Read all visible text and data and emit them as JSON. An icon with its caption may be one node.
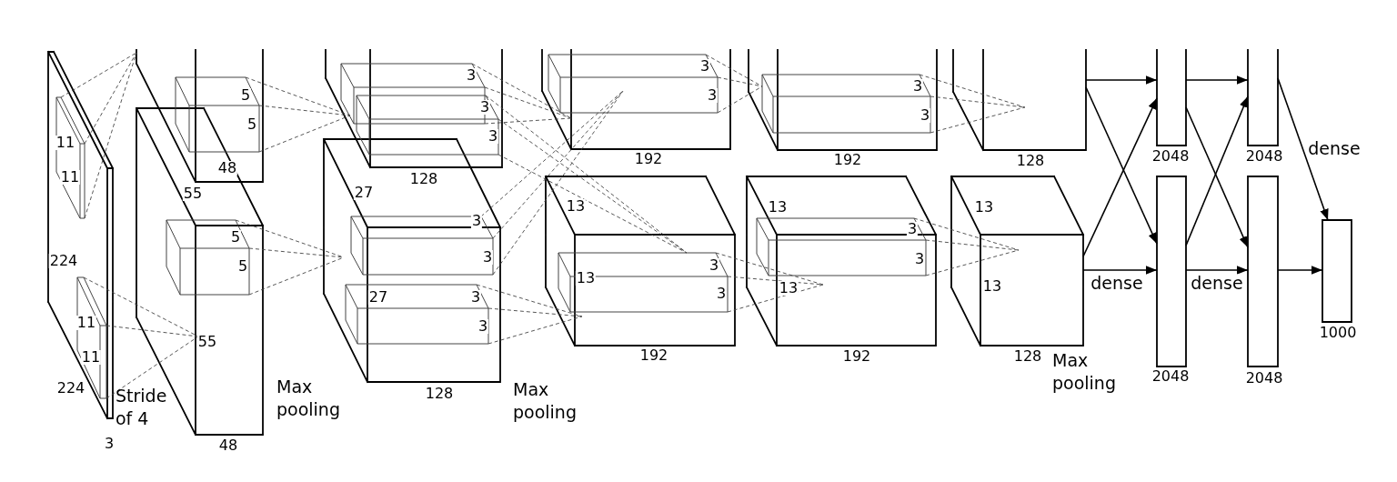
{
  "diagram": {
    "nodes": [
      {
        "text": [
          "224",
          "224"
        ],
        "beside": [
          "3"
        ]
      },
      {
        "text": [
          "48"
        ],
        "beside": [
          "55"
        ]
      },
      {
        "text": [],
        "shape": "box",
        "beside": [
          "48"
        ]
      },
      {
        "text": [],
        "shape": "box",
        "beside": [
          "128"
        ]
      },
      {
        "text": [
          "27"
        ],
        "beside": [
          "128"
        ]
      },
      {
        "text": [],
        "shape": "box",
        "beside": [
          "192"
        ]
      },
      {
        "text": [
          "13"
        ],
        "beside": [
          "192"
        ]
      },
      {
        "text": [],
        "shape": "box",
        "beside": [
          "192"
        ]
      },
      {
        "text": [
          "13"
        ],
        "beside": [
          "192"
        ]
      },
      {
        "text": [],
        "shape": "box",
        "beside": [
          "128"
        ]
      },
      {
        "text": [
          "13",
          "13"
        ],
        "beside": [
          "128"
        ]
      },
      {
        "text": [],
        "shape": "bar",
        "beside": [
          "2048"
        ]
      },
      {
        "text": [],
        "shape": "bar",
        "beside": [
          "2048"
        ]
      },
      {
        "text": [],
        "shape": "bar",
        "beside": [
          "2048"
        ]
      },
      {
        "text": [],
        "shape": "bar",
        "beside": [
          "2048"
        ]
      },
      {
        "text": [],
        "shape": "bar",
        "beside": [
          "1000"
        ]
      }
    ],
    "edges": [
      {
        "from": 9,
        "to": 11,
        "arrow": "to"
      },
      {
        "from": 9,
        "to": 12,
        "arrow": "to"
      },
      {
        "from": 10,
        "to": 11,
        "arrow": "to"
      },
      {
        "from": 10,
        "to": 12,
        "arrow": "to",
        "label": "dense"
      },
      {
        "from": 11,
        "to": 13,
        "arrow": "to"
      },
      {
        "from": 11,
        "to": 14,
        "arrow": "to"
      },
      {
        "from": 12,
        "to": 13,
        "arrow": "to"
      },
      {
        "from": 12,
        "to": 14,
        "arrow": "to",
        "label": "dense"
      },
      {
        "from": 13,
        "to": 15,
        "arrow": "to",
        "label": "dense"
      },
      {
        "from": 14,
        "to": 15,
        "arrow": "to"
      }
    ],
    "labels": [
      "11",
      "11",
      "11",
      "11",
      "55",
      "Stride of 4",
      "5",
      "5",
      "5",
      "5",
      "Max pooling",
      "3",
      "3",
      "3",
      "3",
      "3",
      "27",
      "3",
      "3",
      "Max pooling",
      "3",
      "3",
      "13",
      "3",
      "3",
      "3",
      "3",
      "3",
      "3",
      "13",
      "Max pooling"
    ]
  }
}
